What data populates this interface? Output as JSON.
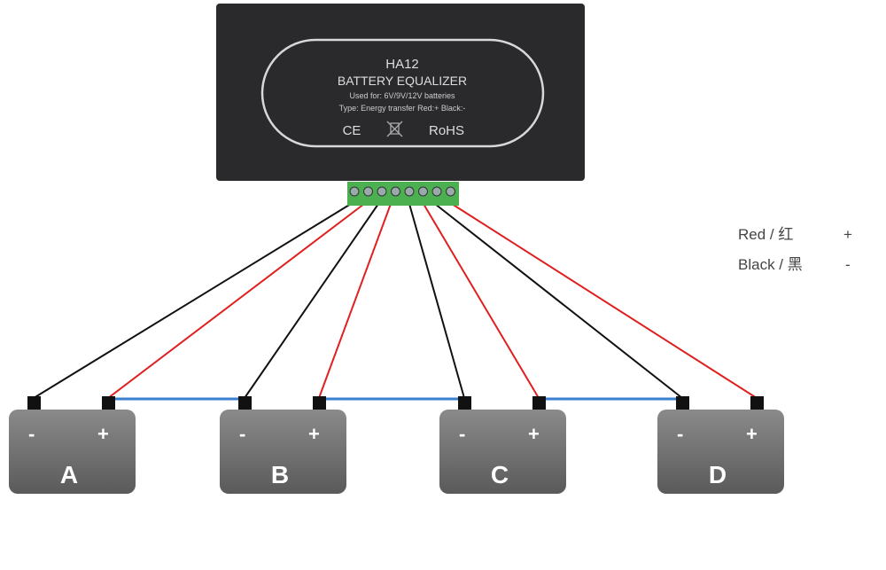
{
  "device": {
    "model": "HA12",
    "name": "BATTERY EQUALIZER",
    "used_for": "Used for:  6V/9V/12V batteries",
    "type_line": "Type: Energy transfer    Red:+ Black:-",
    "cert_ce": "CE",
    "cert_rohs": "RoHS"
  },
  "legend": [
    {
      "label": "Red / 红",
      "sign": "+",
      "color": "#e02020"
    },
    {
      "label": "Black / 黑",
      "sign": "-",
      "color": "#111111"
    }
  ],
  "batteries": [
    {
      "name": "A",
      "minus": "-",
      "plus": "+"
    },
    {
      "name": "B",
      "minus": "-",
      "plus": "+"
    },
    {
      "name": "C",
      "minus": "-",
      "plus": "+"
    },
    {
      "name": "D",
      "minus": "-",
      "plus": "+"
    }
  ],
  "colors": {
    "red": "#e02020",
    "black": "#111111",
    "link": "#3a7fd0",
    "battery": "#6e6e6e",
    "device": "#2a2a2c",
    "terminal": "#4caf50"
  }
}
